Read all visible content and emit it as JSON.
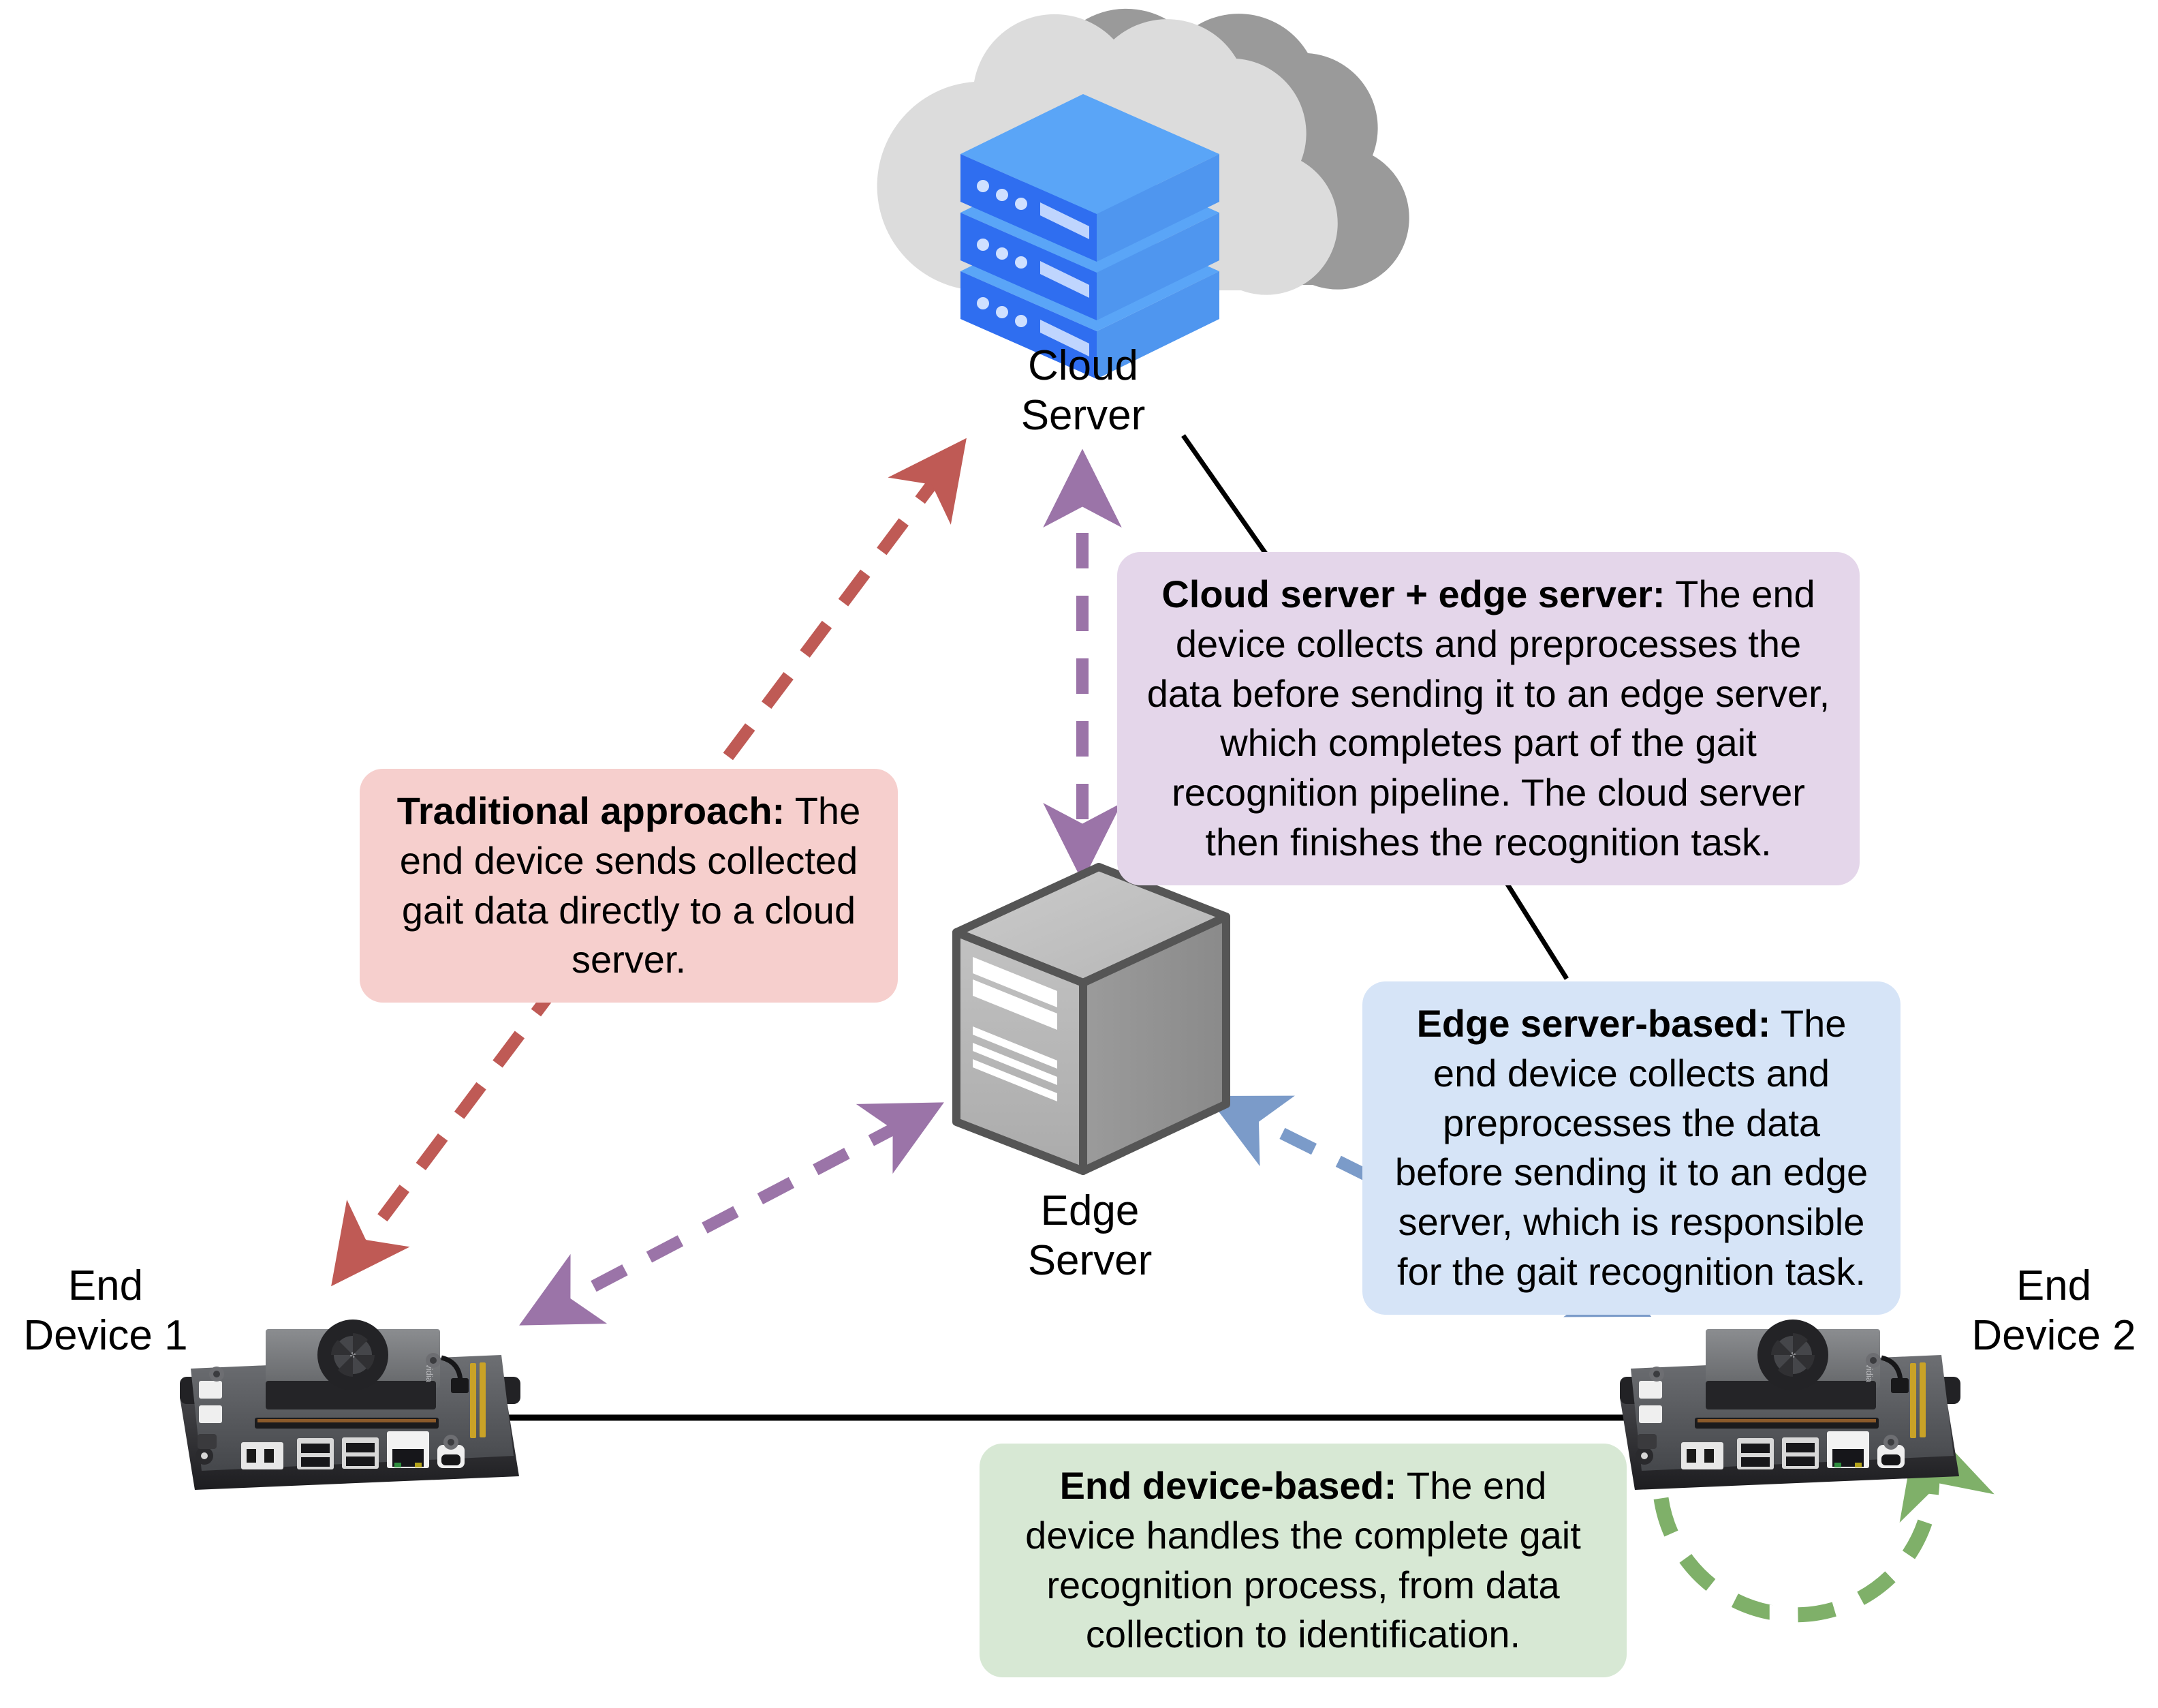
{
  "diagram": {
    "title": "Gait recognition deployment architectures",
    "background": "#ffffff"
  },
  "nodes": [
    {
      "id": "cloud-server",
      "label": "Cloud\nServer",
      "icon": "cloud-server-icon",
      "colors": {
        "cloud_light": "#dcdcdc",
        "cloud_dark": "#9a9a9a",
        "server_top": "#5aa5f7",
        "server_side": "#2f6ef0",
        "server_front": "#3f7ef5"
      }
    },
    {
      "id": "edge-server",
      "label": "Edge\nServer",
      "icon": "server-tower-icon",
      "colors": {
        "front": "#b9b9b9",
        "side": "#8f8f8f",
        "top": "#c8c8c8",
        "outline": "#555555"
      }
    },
    {
      "id": "end-device-1",
      "label": "End\nDevice 1",
      "icon": "jetson-board-icon"
    },
    {
      "id": "end-device-2",
      "label": "End\nDevice 2",
      "icon": "jetson-board-icon"
    }
  ],
  "callouts": [
    {
      "id": "traditional-approach",
      "bold": "Traditional approach:",
      "text": " The end device sends collected gait data directly to a cloud server.",
      "bg": "#f6cfcd",
      "accent": "#bf5a55"
    },
    {
      "id": "cloud-plus-edge",
      "bold": "Cloud server + edge server:",
      "text": " The end device collects and preprocesses the data before sending it to an edge server, which completes part of the gait recognition pipeline. The cloud server then finishes the recognition task.",
      "bg": "#e4d6ea",
      "accent": "#9b74a8"
    },
    {
      "id": "edge-server-based",
      "bold": "Edge server-based:",
      "text": " The end device collects and preprocesses the data before sending it to an edge server, which is responsible for the gait recognition task.",
      "bg": "#d6e4f7",
      "accent": "#7b9bc9"
    },
    {
      "id": "end-device-based",
      "bold": "End device-based:",
      "text": " The end device handles the complete gait recognition process, from data collection to identification.",
      "bg": "#d7e8d4",
      "accent": "#7fb069"
    }
  ],
  "connections": [
    {
      "id": "device1-to-cloud",
      "style": "dashed",
      "heads": "both",
      "color": "#bf5a55",
      "from": "end-device-1",
      "to": "cloud-server"
    },
    {
      "id": "cloud-to-edge",
      "style": "dashed",
      "heads": "both",
      "color": "#9b74a8",
      "from": "cloud-server",
      "to": "edge-server"
    },
    {
      "id": "device1-to-edge",
      "style": "dashed",
      "heads": "both",
      "color": "#9b74a8",
      "from": "end-device-1",
      "to": "edge-server"
    },
    {
      "id": "edge-to-device2",
      "style": "dashed",
      "heads": "both",
      "color": "#7b9bc9",
      "from": "edge-server",
      "to": "end-device-2"
    },
    {
      "id": "device2-self-loop",
      "style": "dashed",
      "heads": "one",
      "color": "#7fb069",
      "from": "end-device-2",
      "to": "end-device-2"
    },
    {
      "id": "leader-cloud-callout",
      "style": "solid",
      "heads": "none",
      "color": "#000000"
    },
    {
      "id": "leader-edgeserver-callout",
      "style": "solid",
      "heads": "none",
      "color": "#000000"
    },
    {
      "id": "leader-bluebox-device2",
      "style": "solid",
      "heads": "none",
      "color": "#000000"
    },
    {
      "id": "leader-device1-greenbox",
      "style": "solid",
      "heads": "none",
      "color": "#000000"
    }
  ]
}
